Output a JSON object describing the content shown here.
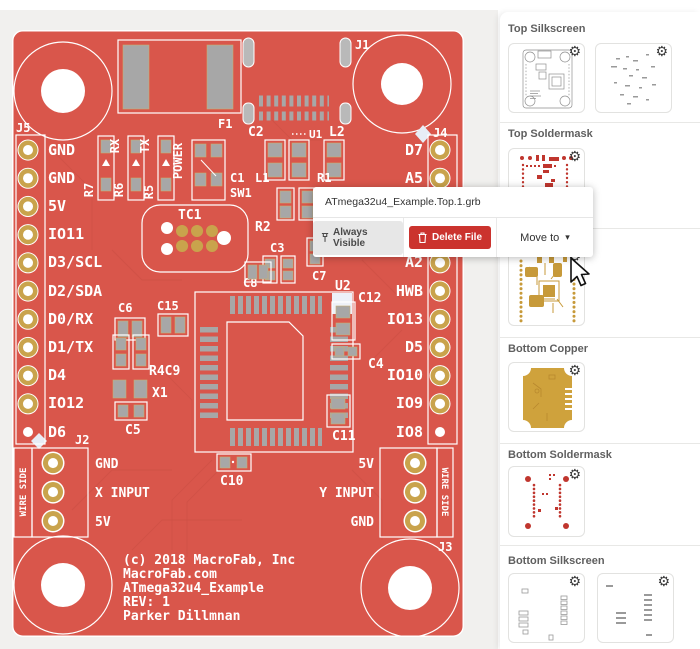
{
  "popup": {
    "filename": "ATmega32u4_Example.Top.1.grb",
    "always_visible_label": "Always Visible",
    "delete_label": "Delete File",
    "move_to_label": "Move to",
    "caret": "▾"
  },
  "sidebar": {
    "gear": "⚙",
    "sections": [
      {
        "label": "Top Silkscreen"
      },
      {
        "label": "Top Soldermask"
      },
      {
        "label": ""
      },
      {
        "label": "Bottom Copper"
      },
      {
        "label": "Bottom Soldermask"
      },
      {
        "label": "Bottom Silkscreen"
      }
    ]
  },
  "board": {
    "left_pins": [
      "GND",
      "GND",
      "5V",
      "IO11",
      "D3/SCL",
      "D2/SDA",
      "D0/RX",
      "D1/TX",
      "D4",
      "IO12",
      "D6"
    ],
    "right_pins": [
      "D7",
      "A5",
      "A2",
      "HWB",
      "IO13",
      "D5",
      "IO10",
      "IO9",
      "IO8"
    ],
    "j2_pins": [
      "GND",
      "X INPUT",
      "5V"
    ],
    "j3_pins": [
      "5V",
      "Y INPUT",
      "GND"
    ],
    "wire_side": "WIRE SIDE",
    "refs": {
      "j1": "J1",
      "j2": "J2",
      "j3": "J3",
      "j4": "J4",
      "j5": "J5",
      "f1": "F1",
      "c2": "C2",
      "u1": "U1",
      "l2": "L2",
      "c1": "C1",
      "sw1": "SW1",
      "l1": "L1",
      "r1": "R1",
      "r2": "R2",
      "rx": "RX",
      "tx": "TX",
      "power": "POWER",
      "r7": "R7",
      "r6": "R6",
      "r5": "R5",
      "tc1": "TC1",
      "c3": "C3",
      "c7": "C7",
      "c8": "C8",
      "c15": "C15",
      "c6": "C6",
      "r4c9": "R4C9",
      "x1": "X1",
      "c5": "C5",
      "u2": "U2",
      "c12": "C12",
      "c4": "C4",
      "c11": "C11",
      "c10": "C10"
    },
    "copyright": [
      "(c) 2018 MacroFab, Inc",
      "MacroFab.com",
      "ATmega32u4_Example",
      "REV: 1",
      "Parker Dillmnan"
    ]
  },
  "colors": {
    "board_red": "#D9564B",
    "pad_gray": "#A7A7A7",
    "gold": "#C9A34C",
    "delete_red": "#CB332E"
  }
}
